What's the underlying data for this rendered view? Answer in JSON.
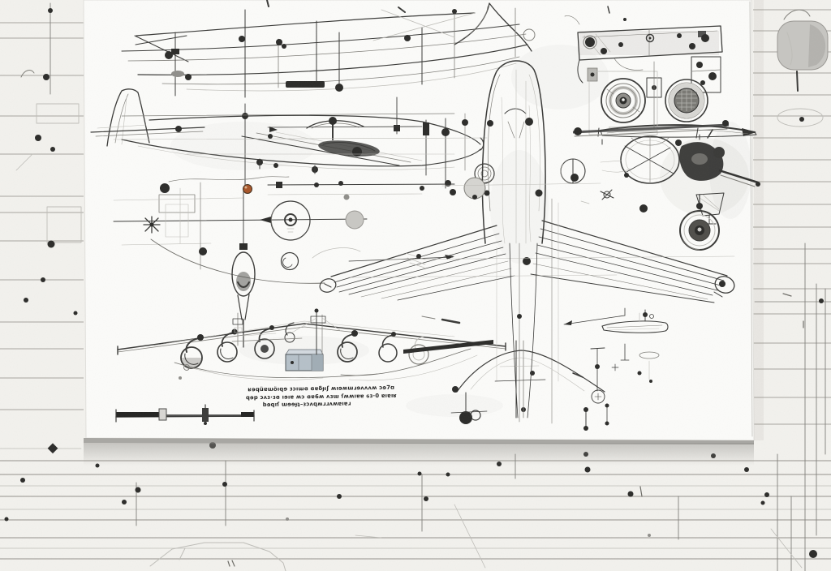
{
  "colors": {
    "wall": "#f3f2ee",
    "wall_line": "#a7a59f",
    "paper": "#fcfcfa",
    "ink": "#3a3a38",
    "accent_copper": "#a8562a",
    "box_blue_gray": "#b6c1c9",
    "shadow_gray": "#8f8e8a"
  },
  "caption": {
    "line1": "ʁɘqüɐɯöıqɘ ɜɔıɯɞ ɞɐδɟıʃ ʍıɘʍɯɹɘʌʌʌʍ ɔɘ7ɑ",
    "line2": "qɘp ɔʌɜ·ɜɞ ıɘıɐ ʍɔ ɞɐ6ʍ ʌɜɯ ſʍʍıɐɐ ɢɜ·0 ɐıɐıʁ",
    "line3": "bɘqıſ ɯɘɘɟʇ–ɜɔʌqʍɹɹʌʍɐıɐɹ"
  },
  "figures": [
    {
      "name": "fuselage-profile-view"
    },
    {
      "name": "side-elevation-view"
    },
    {
      "name": "construction-geometry"
    },
    {
      "name": "front-elevation-view"
    },
    {
      "name": "top-plan-view"
    },
    {
      "name": "panel-gauges-detail"
    },
    {
      "name": "canopy-gear-detail"
    },
    {
      "name": "scale-bar"
    },
    {
      "name": "caption-block"
    }
  ]
}
